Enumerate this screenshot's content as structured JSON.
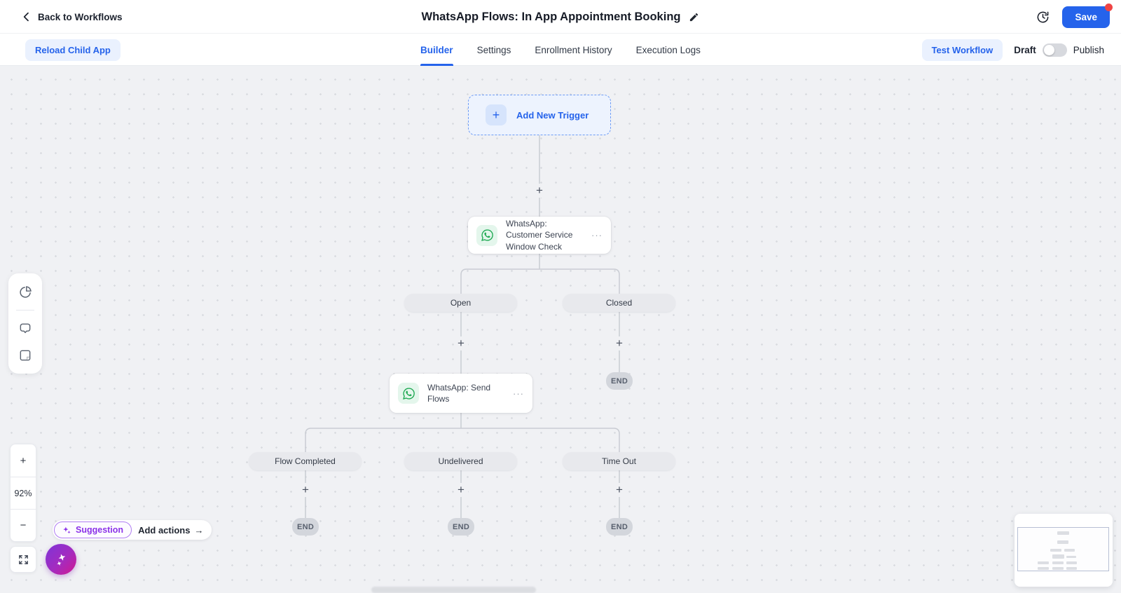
{
  "header": {
    "back_label": "Back to Workflows",
    "title": "WhatsApp Flows: In App Appointment Booking",
    "save_label": "Save"
  },
  "toolbar": {
    "reload_label": "Reload Child App",
    "tabs": [
      {
        "label": "Builder"
      },
      {
        "label": "Settings"
      },
      {
        "label": "Enrollment History"
      },
      {
        "label": "Execution Logs"
      }
    ],
    "active_tab": "Builder",
    "test_workflow_label": "Test Workflow",
    "draft_label": "Draft",
    "publish_label": "Publish",
    "publish_state": "Draft"
  },
  "canvas": {
    "trigger_label": "Add New Trigger",
    "node1_label": "WhatsApp: Customer Service Window Check",
    "node2_label": "WhatsApp: Send Flows",
    "node_menu_glyph": "···",
    "branch_open": "Open",
    "branch_closed": "Closed",
    "branch_flow_completed": "Flow Completed",
    "branch_undelivered": "Undelivered",
    "branch_time_out": "Time Out",
    "end_label": "END",
    "plus_glyph": "+"
  },
  "controls": {
    "zoom_in": "+",
    "zoom_level": "92%",
    "zoom_out": "−",
    "suggestion_label": "Suggestion",
    "add_actions_label": "Add actions",
    "arrow_glyph": "→"
  },
  "colors": {
    "accent_blue": "#2563eb",
    "whatsapp_green": "#1da851",
    "suggestion_purple": "#8b31e8",
    "save_badge_red": "#ef4444",
    "canvas_bg": "#f0f1f4"
  }
}
